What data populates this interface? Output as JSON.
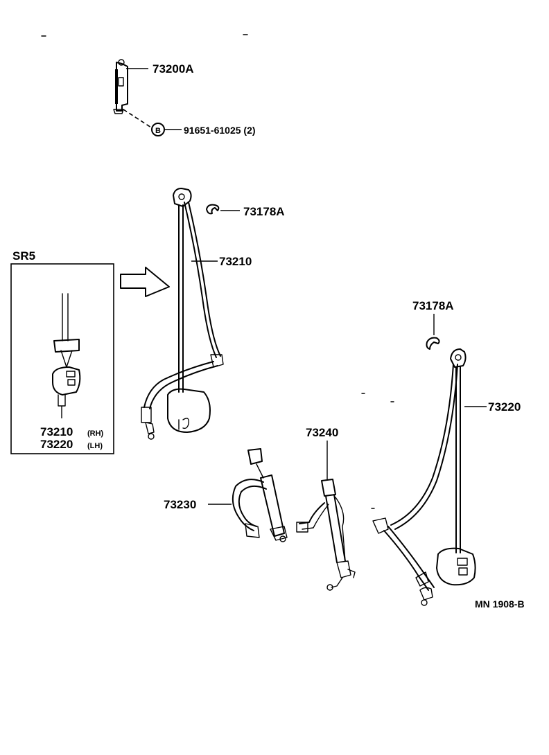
{
  "diagram": {
    "drawing_code": "MN 1908-B",
    "inset": {
      "title": "SR5",
      "part_rh": "73210",
      "part_rh_side": "(RH)",
      "part_lh": "73220",
      "part_lh_side": "(LH)"
    },
    "callouts": {
      "anchor_plate": "73200A",
      "bolt_symbol": "B",
      "bolt": "91651-61025 (2)",
      "cover_upper": "73178A",
      "belt_rh": "73210",
      "cover_lower": "73178A",
      "belt_lh": "73220",
      "buckle_center": "73240",
      "belt_center": "73230"
    }
  }
}
